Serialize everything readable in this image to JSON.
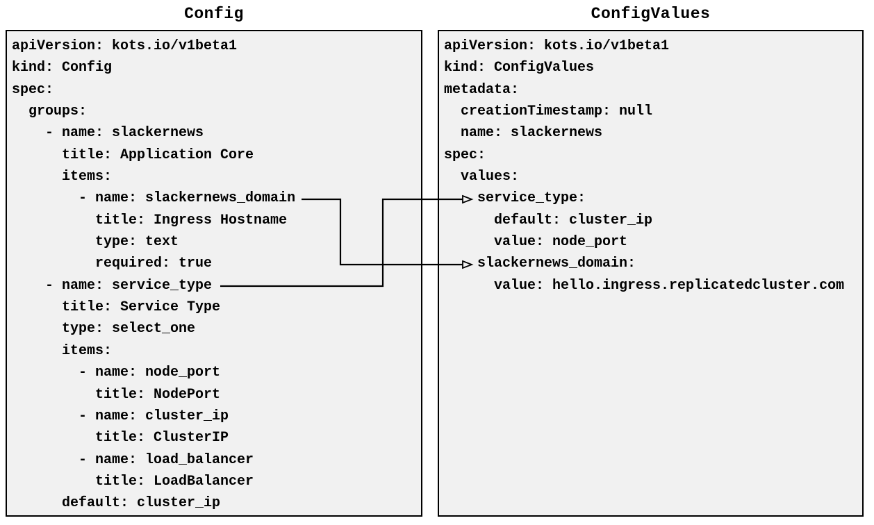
{
  "titles": {
    "left": "Config",
    "right": "ConfigValues"
  },
  "left_box": {
    "lines": [
      "apiVersion: kots.io/v1beta1",
      "kind: Config",
      "spec:",
      "  groups:",
      "    - name: slackernews",
      "      title: Application Core",
      "      items:",
      "        - name: slackernews_domain",
      "          title: Ingress Hostname",
      "          type: text",
      "          required: true",
      "    - name: service_type",
      "      title: Service Type",
      "      type: select_one",
      "      items:",
      "        - name: node_port",
      "          title: NodePort",
      "        - name: cluster_ip",
      "          title: ClusterIP",
      "        - name: load_balancer",
      "          title: LoadBalancer",
      "      default: cluster_ip"
    ]
  },
  "right_box": {
    "lines": [
      "apiVersion: kots.io/v1beta1",
      "kind: ConfigValues",
      "metadata:",
      "  creationTimestamp: null",
      "  name: slackernews",
      "spec:",
      "  values:",
      "    service_type:",
      "      default: cluster_ip",
      "      value: node_port",
      "    slackernews_domain:",
      "      value: hello.ingress.replicatedcluster.com"
    ]
  },
  "connections": [
    {
      "from": "Config item slackernews_domain",
      "to": "ConfigValues value slackernews_domain"
    },
    {
      "from": "Config item service_type",
      "to": "ConfigValues value service_type"
    }
  ],
  "colors": {
    "background": "#ffffff",
    "box_fill": "#f1f1f1",
    "box_border": "#000000",
    "text": "#000000",
    "arrow": "#000000"
  }
}
